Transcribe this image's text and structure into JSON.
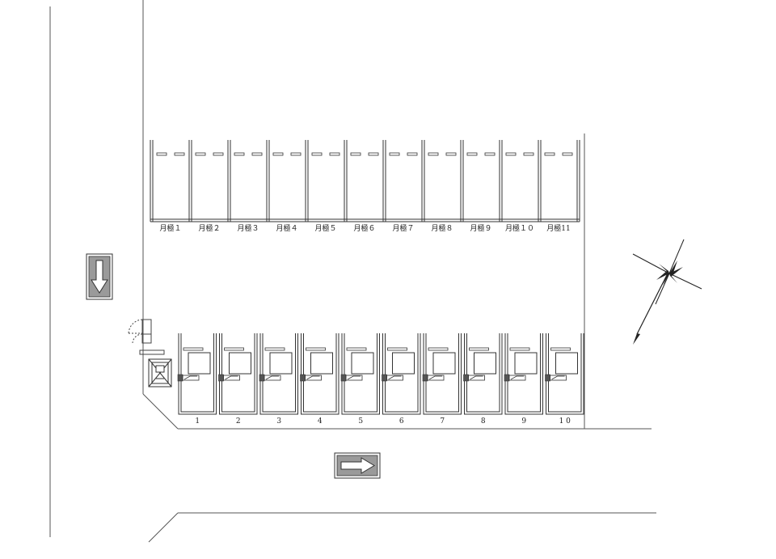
{
  "monthly_spaces": [
    {
      "label": "月極１"
    },
    {
      "label": "月極２"
    },
    {
      "label": "月極３"
    },
    {
      "label": "月極４"
    },
    {
      "label": "月極５"
    },
    {
      "label": "月極６"
    },
    {
      "label": "月極７"
    },
    {
      "label": "月極８"
    },
    {
      "label": "月極９"
    },
    {
      "label": "月極１０"
    },
    {
      "label": "月極11"
    }
  ],
  "coin_spaces": [
    {
      "label": "1"
    },
    {
      "label": "2"
    },
    {
      "label": "3"
    },
    {
      "label": "4"
    },
    {
      "label": "5"
    },
    {
      "label": "6"
    },
    {
      "label": "7"
    },
    {
      "label": "8"
    },
    {
      "label": "9"
    },
    {
      "label": "1 0"
    }
  ],
  "arrows": [
    {
      "direction": "down"
    },
    {
      "direction": "right"
    }
  ],
  "compass": {
    "pointer": "north-arrow"
  },
  "colors": {
    "line": "#333333",
    "arrow_fill": "#777777"
  }
}
